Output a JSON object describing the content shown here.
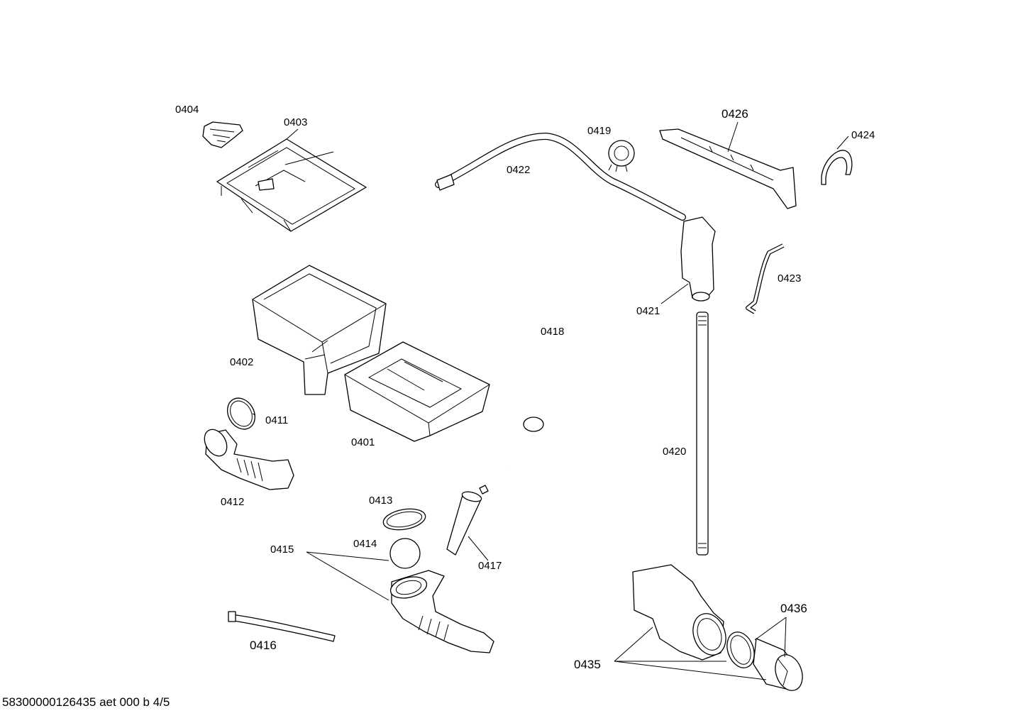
{
  "labels": {
    "p0404": "0404",
    "p0403": "0403",
    "p0402": "0402",
    "p0401": "0401",
    "p0411": "0411",
    "p0412": "0412",
    "p0413": "0413",
    "p0414": "0414",
    "p0415": "0415",
    "p0416": "0416",
    "p0417": "0417",
    "p0418": "0418",
    "p0419": "0419",
    "p0420": "0420",
    "p0421": "0421",
    "p0422": "0422",
    "p0423": "0423",
    "p0424": "0424",
    "p0426": "0426",
    "p0435": "0435",
    "p0436": "0436"
  },
  "footer": "58300000126435 aet 000 b 4/5"
}
